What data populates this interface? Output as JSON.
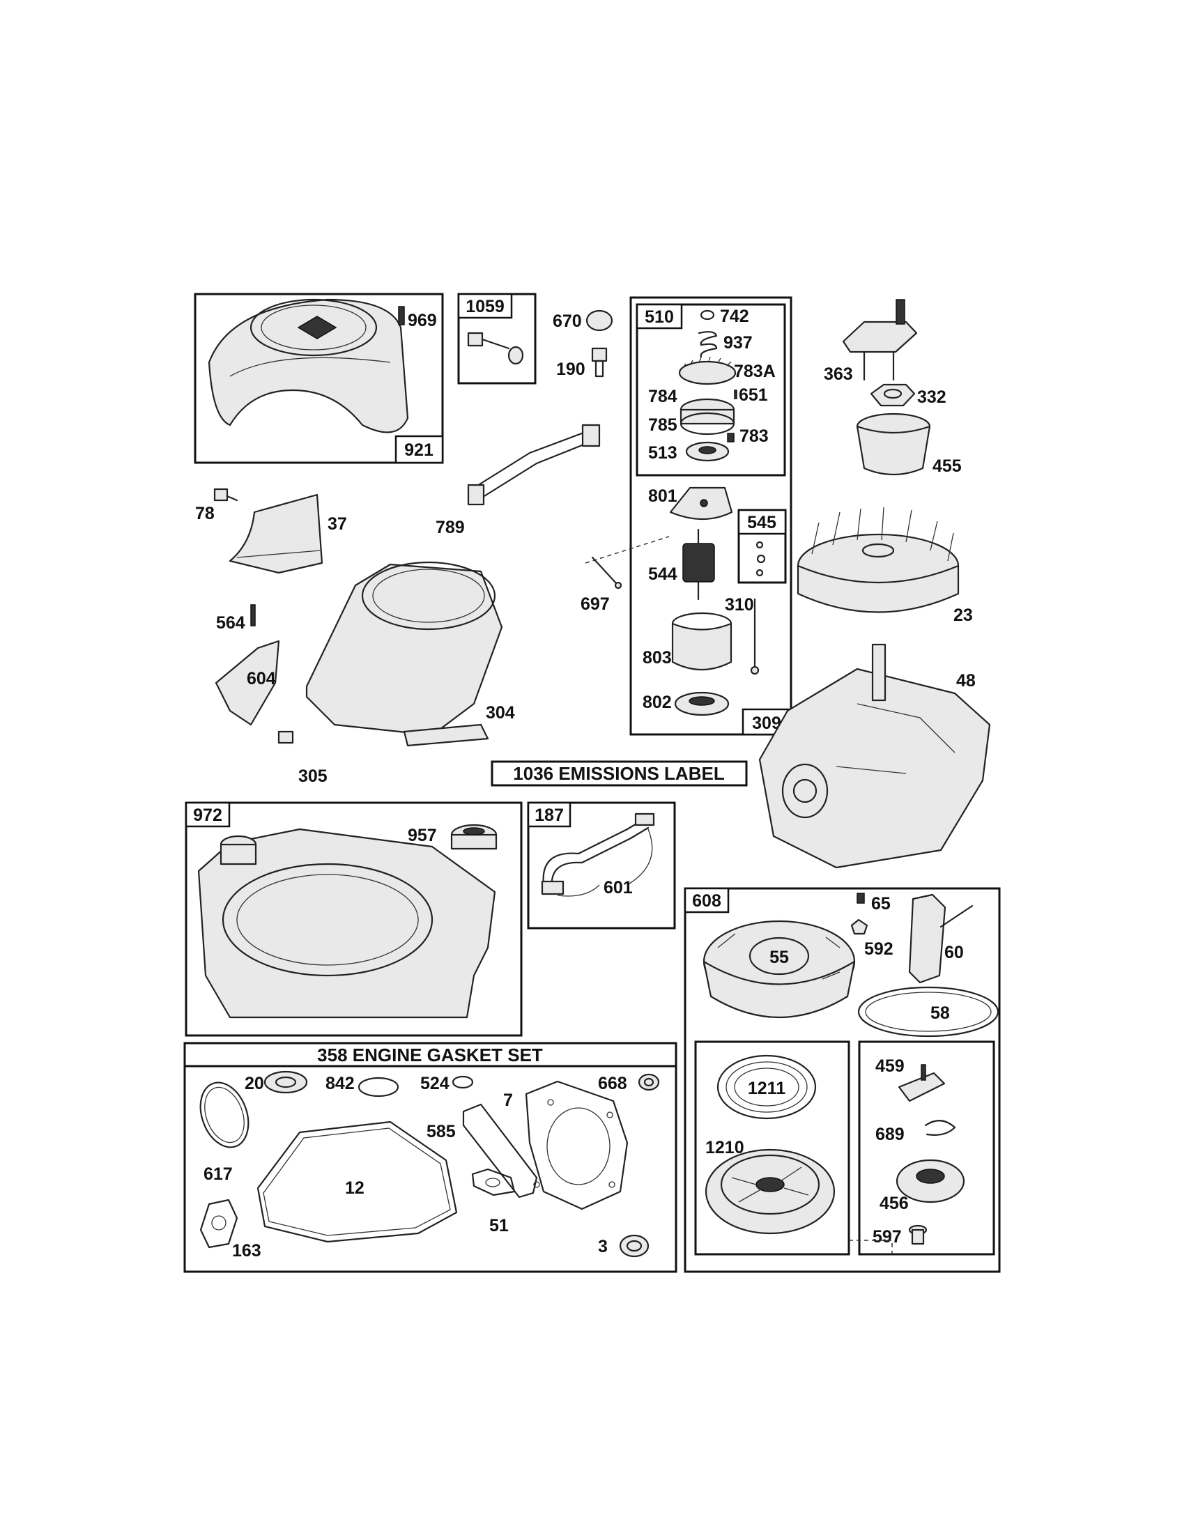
{
  "boxes": {
    "blower_housing_cover": "921",
    "bolt_kit": "1059",
    "starter_drive_kit": "510",
    "brush_kit": "545",
    "starter_motor": "309",
    "fuel_tank": "972",
    "fuel_line": "187",
    "rewind_starter": "608"
  },
  "emissions_label": "1036 EMISSIONS LABEL",
  "gasket_set_title": "358 ENGINE GASKET SET",
  "labels": {
    "p969": "969",
    "p670": "670",
    "p190": "190",
    "p742": "742",
    "p937": "937",
    "p783A": "783A",
    "p784": "784",
    "p651": "651",
    "p785": "785",
    "p513": "513",
    "p783": "783",
    "p801": "801",
    "p544": "544",
    "p697": "697",
    "p310": "310",
    "p803": "803",
    "p802": "802",
    "p363": "363",
    "p332": "332",
    "p455": "455",
    "p23": "23",
    "p48": "48",
    "p78": "78",
    "p37": "37",
    "p789": "789",
    "p564": "564",
    "p604": "604",
    "p304": "304",
    "p305": "305",
    "p957": "957",
    "p601": "601",
    "p65": "65",
    "p592": "592",
    "p60": "60",
    "p55": "55",
    "p58": "58",
    "p1211": "1211",
    "p1210": "1210",
    "p459": "459",
    "p689": "689",
    "p456": "456",
    "p597": "597",
    "p20": "20",
    "p842": "842",
    "p524": "524",
    "p668": "668",
    "p7": "7",
    "p617": "617",
    "p585": "585",
    "p12": "12",
    "p51": "51",
    "p163": "163",
    "p3": "3"
  }
}
